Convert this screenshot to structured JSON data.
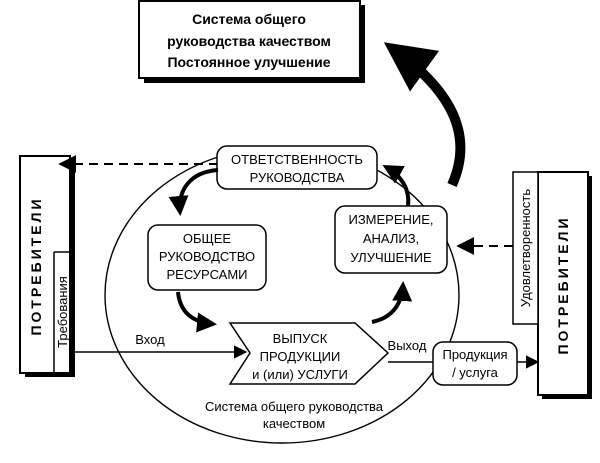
{
  "top_box": {
    "line1": "Система общего",
    "line2": "руководства качеством",
    "line3": "Постоянное улучшение"
  },
  "nodes": {
    "responsibility": {
      "line1": "ОТВЕТСТВЕННОСТЬ",
      "line2": "РУКОВОДСТВА"
    },
    "resources": {
      "line1": "ОБЩЕЕ",
      "line2": "РУКОВОДСТВО",
      "line3": "РЕСУРСАМИ"
    },
    "measurement": {
      "line1": "ИЗМЕРЕНИЕ,",
      "line2": "АНАЛИЗ,",
      "line3": "УЛУЧШЕНИЕ"
    },
    "output": {
      "line1": "ВЫПУСК",
      "line2": "ПРОДУКЦИИ",
      "line3": "и (или) УСЛУГИ"
    }
  },
  "left_consumers": {
    "label": "ПОТРЕБИТЕЛИ",
    "sub": "Требования"
  },
  "right_consumers": {
    "label": "ПОТРЕБИТЕЛИ",
    "sub": "Удовлетворенность"
  },
  "flow_labels": {
    "input": "Вход",
    "output": "Выход"
  },
  "product_box": {
    "line1": "Продукция",
    "line2": "/ услуга"
  },
  "circle_caption": {
    "line1": "Система общего руководства",
    "line2": "качеством"
  }
}
